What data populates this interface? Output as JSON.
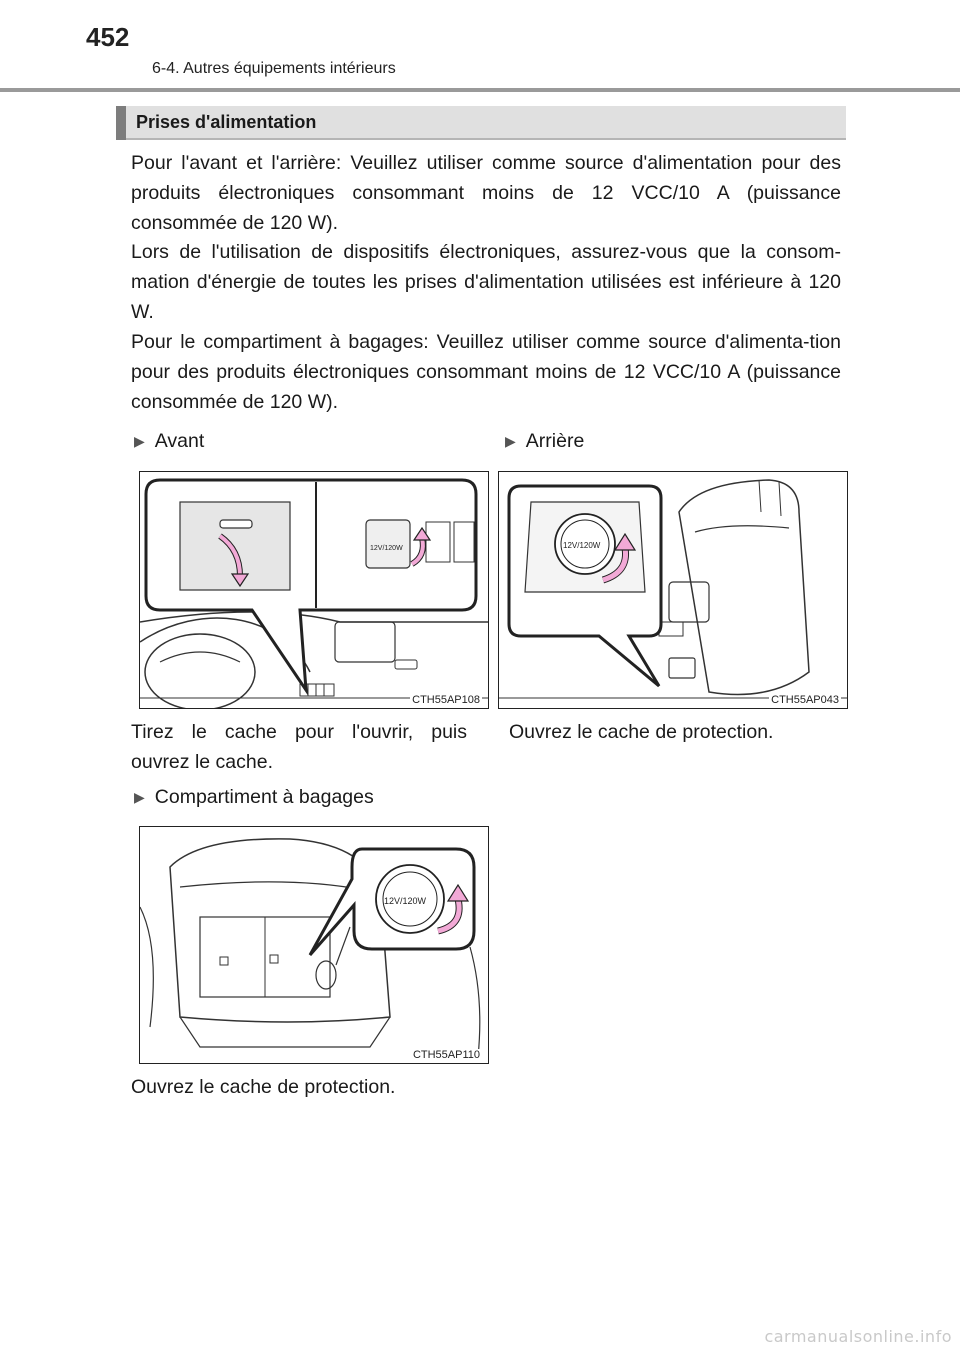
{
  "header": {
    "page_number": "452",
    "section": "6-4. Autres équipements intérieurs"
  },
  "section_title": "Prises d'alimentation",
  "paragraphs": [
    "Pour l'avant et l'arrière: Veuillez utiliser comme source d'alimentation pour des produits électroniques consommant moins de 12 VCC/10 A (puissance consommée de 120 W).",
    "Lors de l'utilisation de dispositifs électroniques, assurez-vous que la consom-mation d'énergie de toutes les prises d'alimentation utilisées est inférieure à 120 W.",
    "Pour le compartiment à bagages: Veuillez utiliser comme source d'alimenta-tion pour des produits électroniques consommant moins de 12 VCC/10 A (puissance consommée de 120 W)."
  ],
  "figures": {
    "front": {
      "label": "Avant",
      "code": "CTH55AP108",
      "outlet_marking": "12V/120W",
      "caption": "Tirez le cache pour l'ouvrir, puis ouvrez le cache."
    },
    "rear": {
      "label": "Arrière",
      "code": "CTH55AP043",
      "outlet_marking": "12V/120W",
      "caption": "Ouvrez le cache de protection."
    },
    "luggage": {
      "label": "Compartiment à bagages",
      "code": "CTH55AP110",
      "outlet_marking": "12V/120W",
      "caption": "Ouvrez le cache de protection."
    }
  },
  "arrow_color": "#f2a9d6",
  "watermark": "carmanualsonline.info"
}
